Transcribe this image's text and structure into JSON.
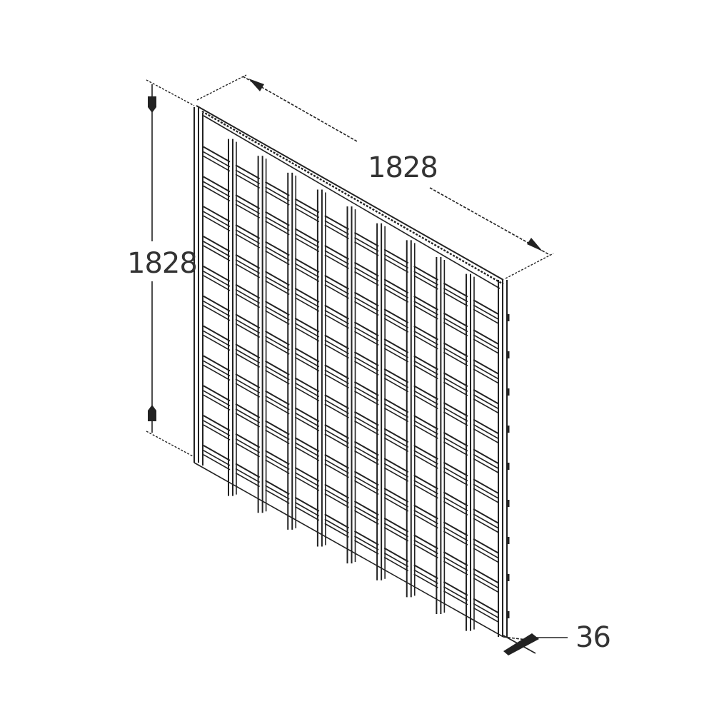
{
  "diagram": {
    "subject": "fence panel isometric technical drawing",
    "dimensions": {
      "width_label": "1828",
      "height_label": "1828",
      "depth_label": "36"
    },
    "structure": {
      "vertical_slats": 10,
      "horizontal_rails_per_bay": 11
    },
    "colors": {
      "line": "#222222",
      "background": "#ffffff"
    }
  }
}
